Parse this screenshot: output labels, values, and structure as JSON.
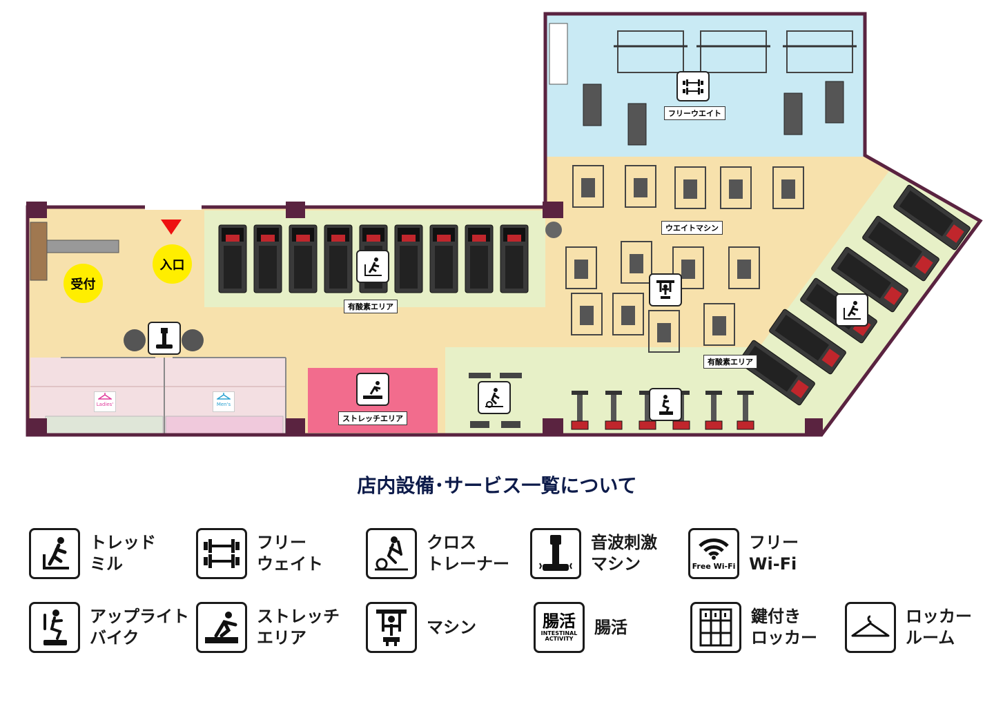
{
  "map": {
    "zones": {
      "free_weight": "フリーウエイト",
      "weight_machine": "ウエイトマシン",
      "cardio_left": "有酸素エリア",
      "cardio_right": "有酸素エリア",
      "stretch": "ストレッチエリア"
    },
    "markers": {
      "entrance": "入口",
      "reception": "受付"
    },
    "lockers": {
      "ladies": "Ladies'",
      "mens": "Men's"
    }
  },
  "legend": {
    "title": "店内設備･サービス一覧について",
    "items": [
      {
        "icon": "treadmill-icon",
        "label": "トレッド\nミル"
      },
      {
        "icon": "free-weight-icon",
        "label": "フリー\nウェイト"
      },
      {
        "icon": "cross-trainer-icon",
        "label": "クロス\nトレーナー"
      },
      {
        "icon": "vibration-machine-icon",
        "label": "音波刺激\nマシン"
      },
      {
        "icon": "wifi-icon",
        "icon_text": "Free Wi-Fi",
        "label": "フリー\nWi-Fi"
      },
      {
        "icon": "upright-bike-icon",
        "label": "アップライト\nバイク"
      },
      {
        "icon": "stretch-icon",
        "label": "ストレッチ\nエリア"
      },
      {
        "icon": "machine-icon",
        "label": "マシン"
      },
      {
        "icon": "intestinal-activity-icon",
        "icon_text_main": "腸活",
        "icon_text_sub": "INTESTINAL\nACTIVITY",
        "label": "腸活"
      },
      {
        "icon": "key-locker-icon",
        "label": "鍵付き\nロッカー"
      },
      {
        "icon": "locker-room-icon",
        "label": "ロッカー\nルーム"
      }
    ]
  },
  "colors": {
    "wall": "#5a2340",
    "floor": "#f7e1ac",
    "cardio": "#e7f0c7",
    "free_weight": "#c9eaf4",
    "stretch": "#f26c8d",
    "locker": "#f3dfe2",
    "entrance_marker": "#ee1111",
    "title": "#0d1b4a"
  }
}
